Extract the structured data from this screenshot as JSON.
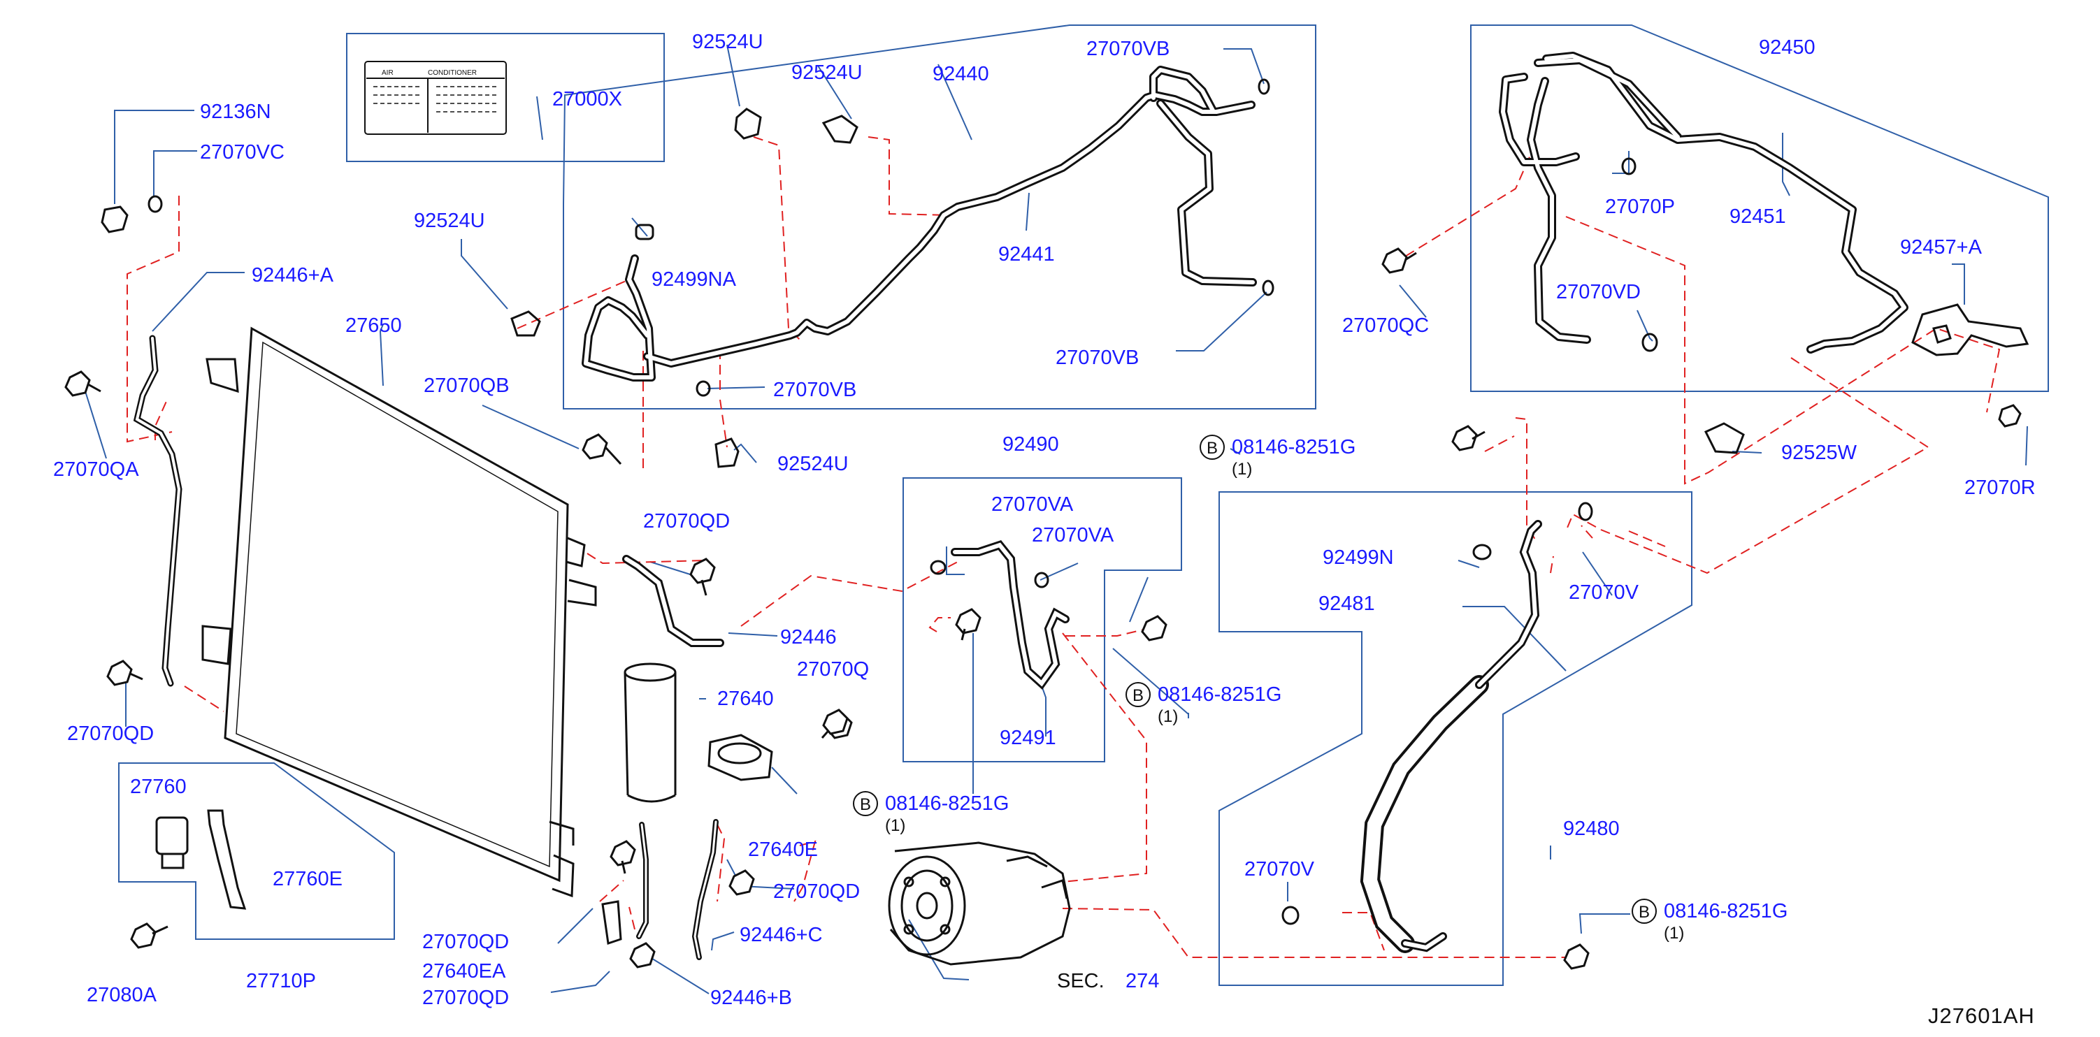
{
  "colors": {
    "label": "#1a1aff",
    "leader": "#2f5fa8",
    "dashed": "#e02020",
    "part": "#111111"
  },
  "parts": {
    "p92136N": "92136N",
    "p27070VC": "27070VC",
    "p92446A": "92446+A",
    "p27070QA": "27070QA",
    "p27070QD_left": "27070QD",
    "p27650": "27650",
    "p92524U_mid": "92524U",
    "p27070QB": "27070QB",
    "p92524U_t1": "92524U",
    "p92524U_t2": "92524U",
    "p92440": "92440",
    "p27070VB_t": "27070VB",
    "p92499NA": "92499NA",
    "p92441": "92441",
    "p27070VB_r": "27070VB",
    "p27070VB_m": "27070VB",
    "p92524U_b": "92524U",
    "p27000X": "27000X",
    "p27070QD_mid": "27070QD",
    "p92446": "92446",
    "p27640": "27640",
    "p27070Q": "27070Q",
    "p27640E": "27640E",
    "p27070QD_br": "27070QD",
    "p92446C": "92446+C",
    "p27070QD_b1": "27070QD",
    "p27640EA": "27640EA",
    "p27070QD_b2": "27070QD",
    "p92446B": "92446+B",
    "p27760": "27760",
    "p27760E": "27760E",
    "p27080A": "27080A",
    "p27710P": "27710P",
    "p92490": "92490",
    "p27070VA_1": "27070VA",
    "p27070VA_2": "27070VA",
    "p92491": "92491",
    "p92450": "92450",
    "p27070P": "27070P",
    "p92451": "92451",
    "p27070QC": "27070QC",
    "p27070VD": "27070VD",
    "p92457A": "92457+A",
    "p92525W": "92525W",
    "p27070R": "27070R",
    "p92499N": "92499N",
    "p27070V_t": "27070V",
    "p92481": "92481",
    "p92480": "92480",
    "p27070V_b": "27070V",
    "b1": "08146-8251G",
    "b2": "08146-8251G",
    "b3": "08146-8251G",
    "b4": "08146-8251G",
    "b_letter": "B",
    "qty": "(1)",
    "sec_label": "SEC.",
    "sec_num": "274",
    "ref": "J27601AH",
    "label_plate": {
      "left": "AIR",
      "right": "CONDITIONER"
    }
  }
}
